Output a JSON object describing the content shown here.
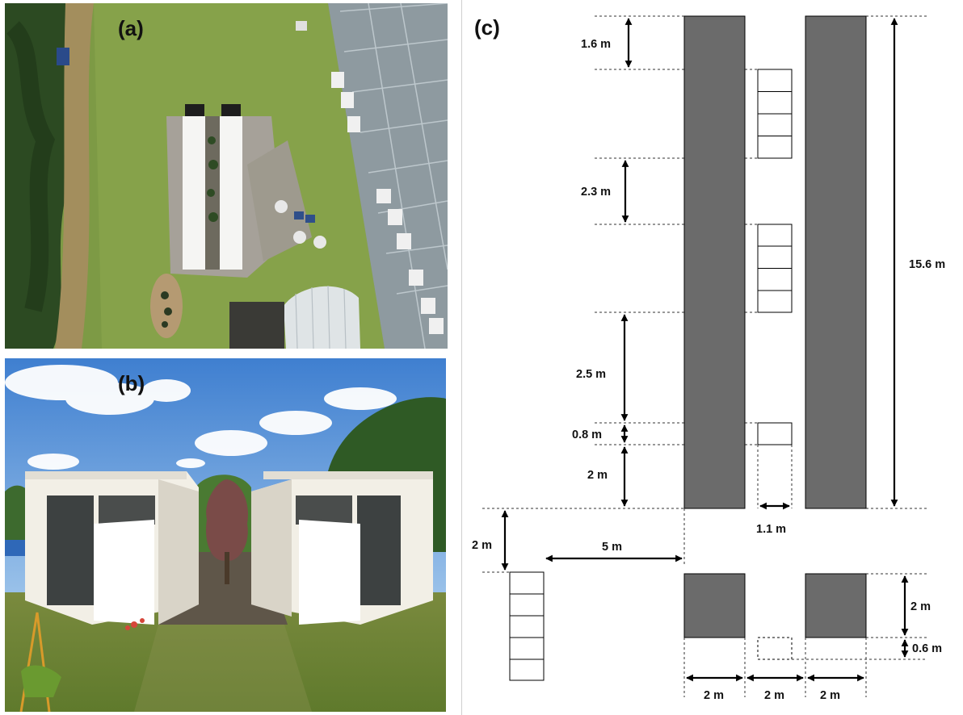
{
  "panels": {
    "a": {
      "label": "(a)"
    },
    "b": {
      "label": "(b)"
    },
    "c": {
      "label": "(c)"
    }
  },
  "dimensions": {
    "top_gap": "1.6 m",
    "mid_gap_1": "2.3 m",
    "mid_gap_2": "2.5 m",
    "small_block": "0.8 m",
    "bottom_gap": "2 m",
    "total_length": "15.6 m",
    "block_width": "1.1 m",
    "lower_offset_v": "2 m",
    "lower_offset_h": "5 m",
    "end_height": "2 m",
    "end_gap": "0.6 m",
    "width_left": "2 m",
    "width_mid": "2 m",
    "width_right": "2 m"
  },
  "colors": {
    "wall": "#6b6b6b",
    "sky": "#4f8fd6",
    "grass": "#6e8f3a",
    "gravel": "#a6a199"
  }
}
